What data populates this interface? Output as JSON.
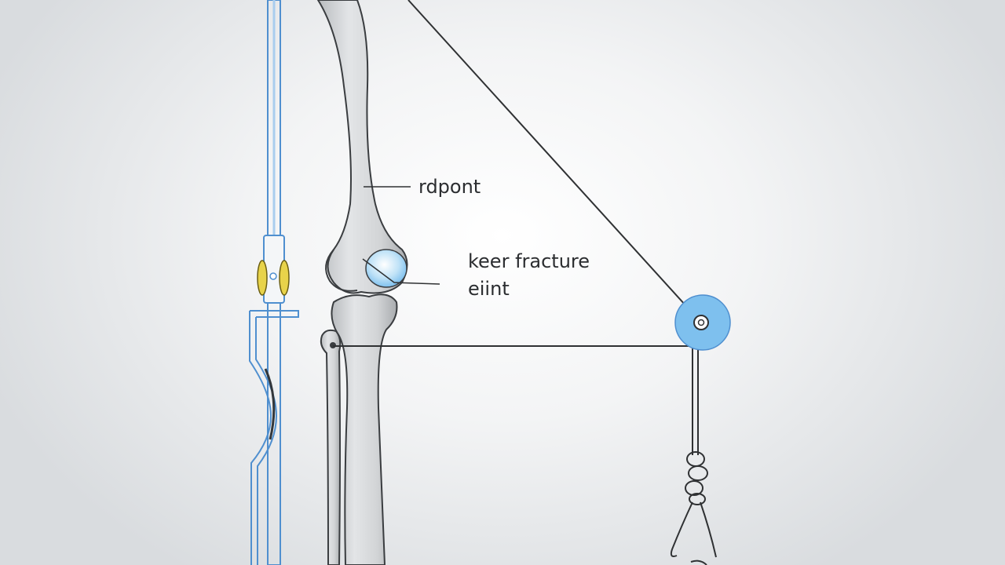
{
  "diagram": {
    "labels": {
      "femur_label": "rdpont",
      "fracture_line1": "keer fracture",
      "fracture_line2": "eiint"
    },
    "colors": {
      "background": "#e9ebed",
      "bone_fill": "#d4d6d8",
      "bone_outline": "#3a3d40",
      "frame_blue": "#5b9bd6",
      "pulley_blue": "#7ec0ee",
      "clamp_yellow": "#e8d34a",
      "cord": "#2f3133",
      "joint_highlight": "#bfe2f7"
    },
    "icons": [
      "traction-frame",
      "pulley-wheel",
      "weight-hook",
      "clamp"
    ]
  }
}
